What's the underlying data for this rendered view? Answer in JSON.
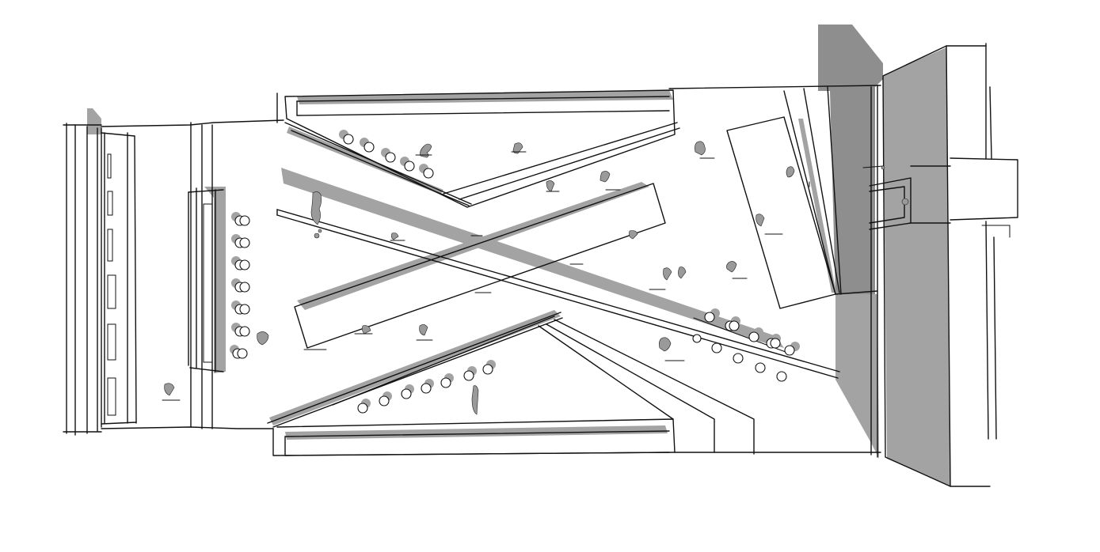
{
  "drawing": {
    "kind": "architectural plan sketch",
    "colors": {
      "ink": "#111111",
      "shadow": "#a3a3a3",
      "shadow_dark": "#8e8e8e",
      "paper": "#ffffff"
    },
    "elements": [
      "left-wall-band",
      "left-colonnade",
      "central-x-ramps",
      "upper-triangular-volume",
      "lower-triangular-volume",
      "tilted-right-slab",
      "right-building-block",
      "seating-rows",
      "people-figures",
      "shrubs"
    ]
  }
}
